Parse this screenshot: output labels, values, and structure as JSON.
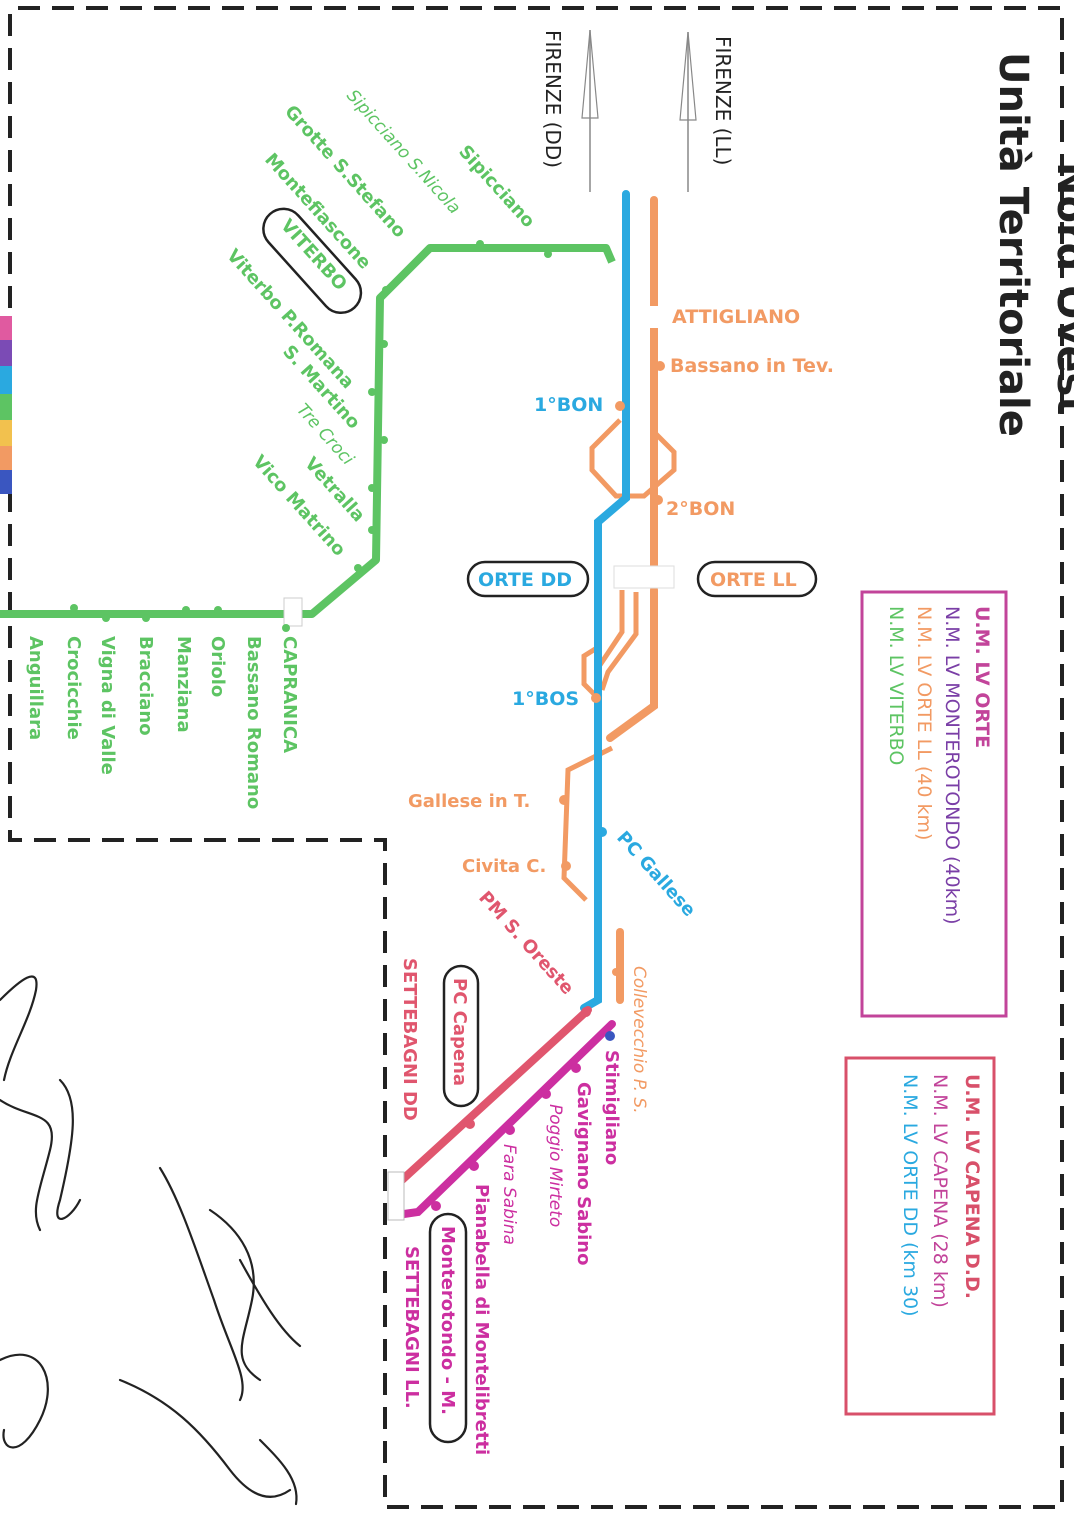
{
  "title": [
    "Unità Territoriale",
    "Nord Ovest"
  ],
  "directions": {
    "ll": "FIRENZE (LL)",
    "dd": "FIRENZE (DD)"
  },
  "colors": {
    "green": "#5dc463",
    "blue": "#2aa9e0",
    "orange": "#f29a63",
    "red": "#e0566e",
    "magenta": "#cc2fa0",
    "box_orte": "#c2449a",
    "box_capena": "#d8506a"
  },
  "legend_orte": {
    "title": "U.M. LV ORTE",
    "lines": [
      "N.M. LV MONTEROTONDO (40km)",
      "N.M. LV ORTE LL (40 km)",
      "N.M. LV VITERBO"
    ]
  },
  "legend_capena": {
    "title": "U.M. LV CAPENA D.D.",
    "lines": [
      "N.M. LV CAPENA (28 km)",
      "N.M. LV ORTE DD (km 30)"
    ]
  },
  "stations": {
    "attigliano": "ATTIGLIANO",
    "bassano_tev": "Bassano in Tev.",
    "bon1": "1°BON",
    "bon2": "2°BON",
    "orte_dd": "ORTE DD",
    "orte_ll": "ORTE LL",
    "bos1": "1°BOS",
    "gallese_t": "Gallese in T.",
    "civita_c": "Civita C.",
    "pc_gallese": "PC Gallese",
    "pm_s_oreste": "PM S. Oreste",
    "pc_capena": "PC Capena",
    "settebagni_dd": "SETTEBAGNI DD",
    "collevecchio": "Collevecchio P. S.",
    "stimigliano": "Stimigliano",
    "gavignano": "Gavignano Sabino",
    "poggio_mirteto": "Poggio Mirteto",
    "fara_sabina": "Fara Sabina",
    "pianabella": "Pianabella di Montelibretti",
    "monterotondo": "Monterotondo - M.",
    "settebagni_ll": "SETTEBAGNI LL.",
    "sipicciano": "Sipicciano",
    "sipicciano_sn": "Sipicciano S.Nicola",
    "grotte": "Grotte S.Stefano",
    "montefiascone": "Montefiascone",
    "viterbo": "VITERBO",
    "viterbo_pr": "Viterbo P.Romana",
    "s_martino": "S. Martino",
    "tre_croci": "Tre Croci",
    "vetralla": "Vetralla",
    "vico_matrino": "Vico Matrino",
    "capranica": "CAPRANICA",
    "bassano_romano": "Bassano Romano",
    "oriolo": "Oriolo",
    "manziana": "Manziana",
    "bracciano": "Bracciano",
    "vigna_di_valle": "Vigna di Valle",
    "crocicchie": "Crocicchie",
    "anguillara": "Anguillara"
  }
}
